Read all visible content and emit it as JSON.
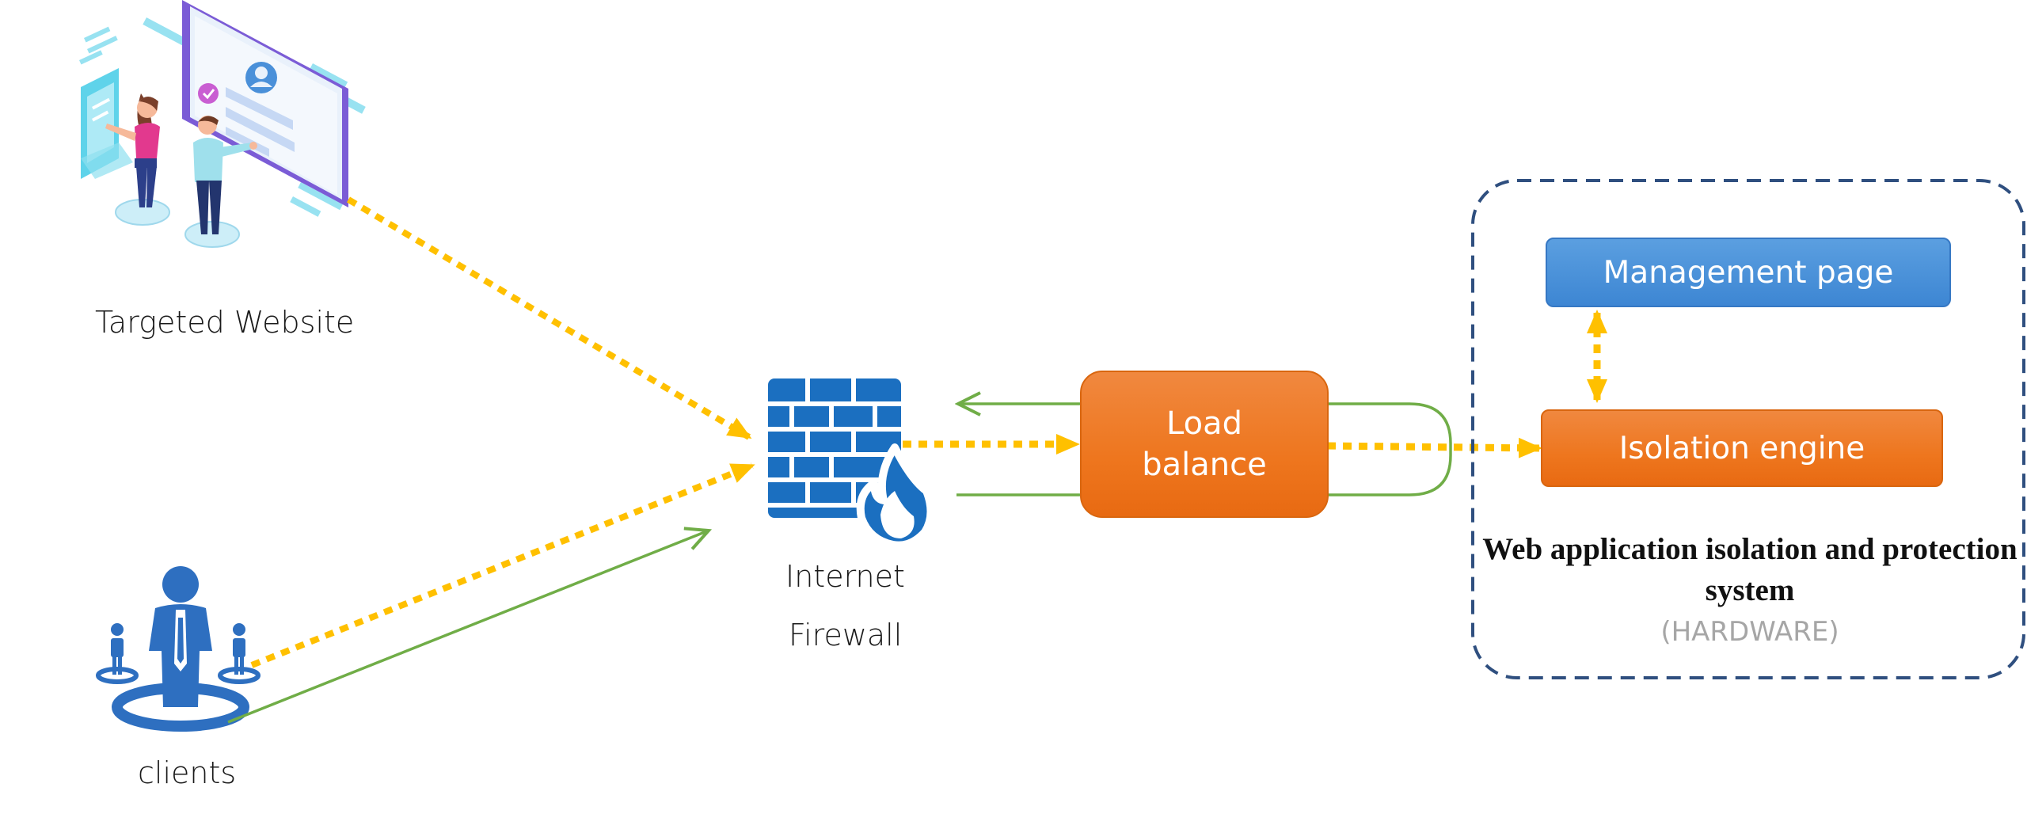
{
  "nodes": {
    "targeted_website": "Targeted Website",
    "clients": "clients",
    "firewall_line1": "Internet",
    "firewall_line2": "Firewall",
    "load_balance_line1": "Load",
    "load_balance_line2": "balance",
    "isolation_engine": "Isolation engine",
    "management_page": "Management page"
  },
  "system": {
    "title": "Web application isolation and protection system",
    "subtitle": "(HARDWARE)"
  },
  "icons": [
    "website-illustration-icon",
    "clients-icon",
    "firewall-icon"
  ],
  "colors": {
    "request_flow": "#ffc000",
    "response_flow": "#70ad47",
    "orange_box": "#ee761e",
    "blue_box": "#4a90d9",
    "container_border": "#2f4f7f",
    "icon_blue": "#1b6fc0"
  }
}
